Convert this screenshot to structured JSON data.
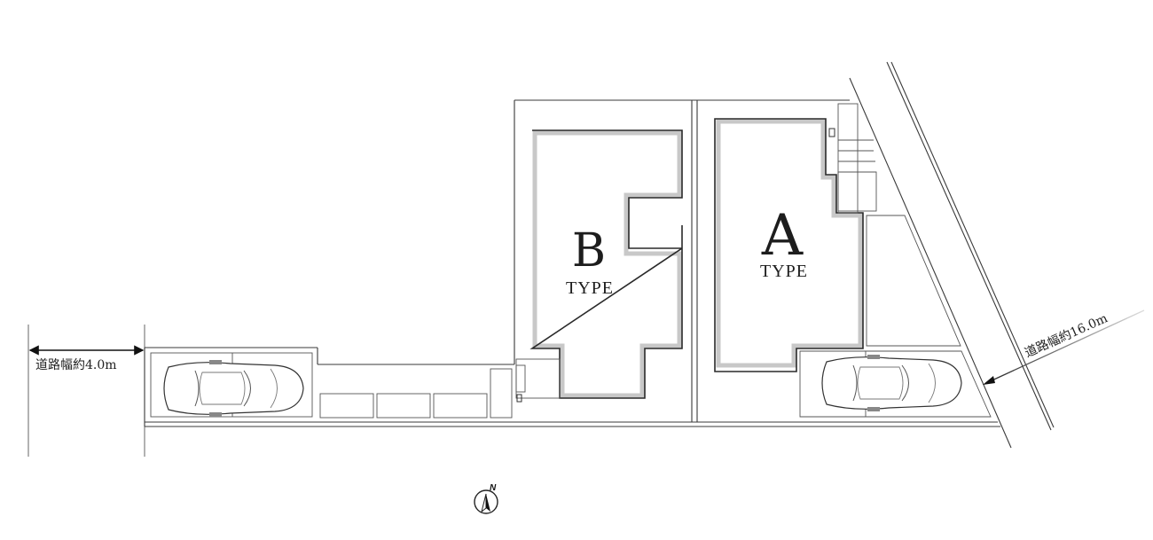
{
  "units": {
    "b": {
      "letter": "B",
      "type_label": "TYPE"
    },
    "a": {
      "letter": "A",
      "type_label": "TYPE"
    }
  },
  "roads": {
    "west": {
      "label": "道路幅約4.0m"
    },
    "east": {
      "label": "道路幅約16.0m"
    }
  },
  "compass": {
    "label": "N"
  },
  "icons": [
    "car-icon",
    "compass-icon",
    "stairs-icon",
    "dimension-arrow-icon"
  ]
}
